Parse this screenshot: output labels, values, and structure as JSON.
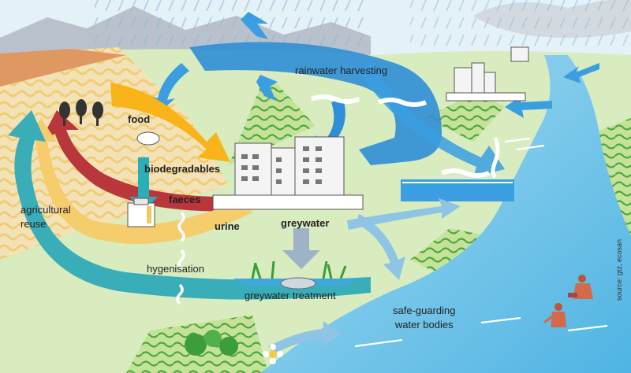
{
  "labels": {
    "rainwater_harvesting": "rainwater harvesting",
    "food": "food",
    "biodegradables": "biodegradables",
    "faeces": "faeces",
    "urine": "urine",
    "greywater": "greywater",
    "agricultural_reuse_line1": "agricultural",
    "agricultural_reuse_line2": "reuse",
    "hygenisation": "hygenisation",
    "greywater_treatment": "greywater treatment",
    "safe_guarding_line1": "safe-guarding",
    "safe_guarding_line2": "water bodies",
    "source": "source: gtz, ecosan"
  },
  "colors": {
    "sky": "#e4f1f7",
    "field": "#f3e2b8",
    "meadow": "#d8ecc0",
    "river": "#7ecbe8",
    "rain_flow": "#2f8fd6",
    "food_arrow": "#f8b418",
    "urine_arrow": "#b8363c",
    "faeces_arrow": "#2aaeb8",
    "greywater_arrow": "#f5cd6c",
    "reuse_arrow": "#39adb8"
  },
  "icons": [
    "wheat-icon",
    "bread-icon",
    "latrine-icon",
    "city-icon",
    "plant-icon",
    "person-icon",
    "tree-icon",
    "flower-icon"
  ]
}
